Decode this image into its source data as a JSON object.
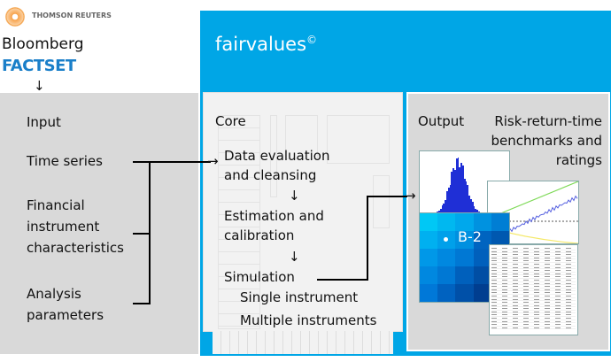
{
  "sources": {
    "thomson_reuters": "THOMSON REUTERS",
    "bloomberg": "Bloomberg",
    "factset": "FACTSET"
  },
  "brand": {
    "name": "fairvalues",
    "mark": "©"
  },
  "input": {
    "title": "Input",
    "items": [
      "Time series",
      "Financial instrument characteristics",
      "Analysis parameters"
    ]
  },
  "core": {
    "title": "Core",
    "steps": [
      "Data evaluation and cleansing",
      "Estimation and calibration",
      "Simulation"
    ],
    "sub": [
      "Single instrument",
      "Multiple instruments"
    ]
  },
  "output": {
    "title": "Output",
    "heading": "Risk-return-time benchmarks and ratings",
    "rating_label": "B-2"
  },
  "colors": {
    "blue": "#00a6e6",
    "grey": "#d9d9d9",
    "core": "#f2f2f2"
  }
}
